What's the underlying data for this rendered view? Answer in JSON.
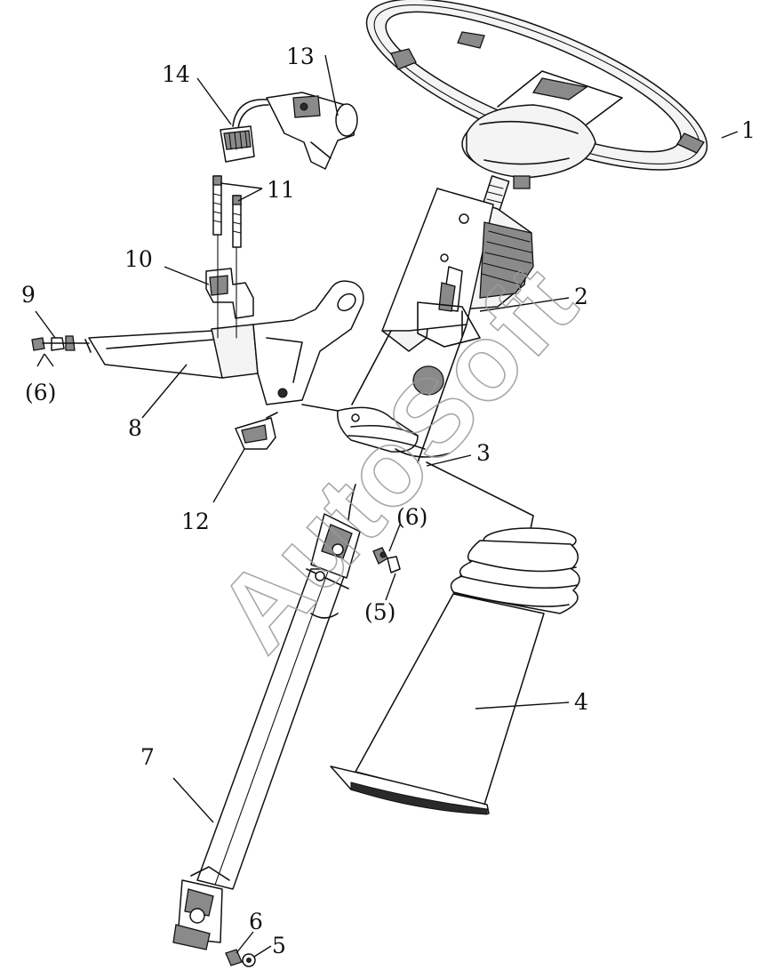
{
  "callouts": [
    {
      "id": "c1",
      "text": "1"
    },
    {
      "id": "c2",
      "text": "2"
    },
    {
      "id": "c3",
      "text": "3"
    },
    {
      "id": "c4",
      "text": "4"
    },
    {
      "id": "c5a",
      "text": "(5)"
    },
    {
      "id": "c5b",
      "text": "5"
    },
    {
      "id": "c6a",
      "text": "(6)"
    },
    {
      "id": "c6b",
      "text": "(6)"
    },
    {
      "id": "c6c",
      "text": "6"
    },
    {
      "id": "c7",
      "text": "7"
    },
    {
      "id": "c8",
      "text": "8"
    },
    {
      "id": "c9",
      "text": "9"
    },
    {
      "id": "c10",
      "text": "10"
    },
    {
      "id": "c11",
      "text": "11"
    },
    {
      "id": "c12",
      "text": "12"
    },
    {
      "id": "c13",
      "text": "13"
    },
    {
      "id": "c14",
      "text": "14"
    }
  ],
  "watermark": "AutoSoft"
}
